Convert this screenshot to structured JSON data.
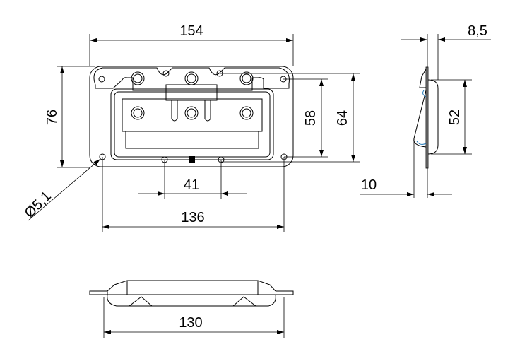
{
  "dimensions": {
    "overall_width": "154",
    "overall_height": "76",
    "hole_spacing_vertical_inner": "58",
    "hole_spacing_vertical_outer": "64",
    "hole_diameter": "Ø5,1",
    "hole_spacing_center": "41",
    "hole_spacing_horizontal": "136",
    "side_depth": "8,5",
    "side_height": "52",
    "side_offset": "10",
    "bottom_width": "130"
  },
  "colors": {
    "line": "#000000",
    "accent": "#1a73b5"
  }
}
